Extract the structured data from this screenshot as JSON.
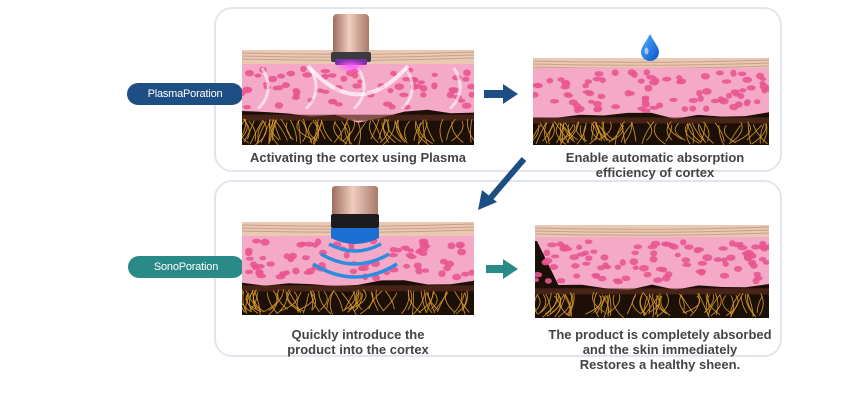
{
  "colors": {
    "plasma_pill": "#1e4f84",
    "sono_pill": "#2a8a87",
    "arrow_blue": "#1e4f84",
    "arrow_teal": "#2a8a87",
    "skin_pink": "#f4a9c6",
    "cell_pink": "#e8558f",
    "hair_gold": "#d79a2a"
  },
  "labels": {
    "plasma": "PlasmaPoration",
    "sono": "SonoPoration"
  },
  "steps": [
    {
      "caption_lines": [
        "Activating the cortex using Plasma"
      ]
    },
    {
      "caption_lines": [
        "Enable automatic absorption",
        "efficiency of cortex"
      ]
    },
    {
      "caption_lines": [
        "Quickly introduce the",
        "product into the cortex"
      ]
    },
    {
      "caption_lines": [
        "The product is completely absorbed",
        "and the skin immediately",
        "Restores a healthy sheen."
      ]
    }
  ],
  "icons": {
    "plasma_device": "plasma-device-icon",
    "water_drop": "water-drop-icon",
    "sono_device": "ultrasound-device-icon"
  }
}
